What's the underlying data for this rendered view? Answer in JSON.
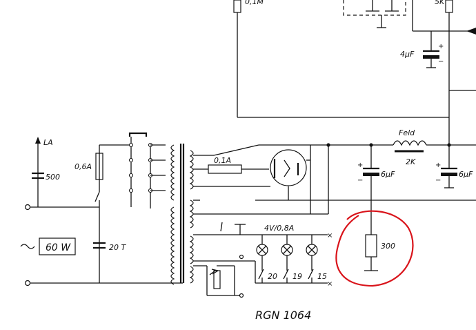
{
  "labels": {
    "r_top_left": "0,1M",
    "r_top_right": "5K",
    "cap_4uf": "4µF",
    "la": "LA",
    "cap_500": "500",
    "fuse_06": "0,6A",
    "fuse_01": "0,1A",
    "feld": "Feld",
    "r_2k": "2K",
    "cap_6uf_a": "6µF",
    "cap_6uf_b": "6µF",
    "lamp_rating": "4V/0,8A",
    "power": "60 W",
    "cap_20t": "20 T",
    "resistor_300": "300",
    "lamp_20": "20",
    "lamp_19": "19",
    "lamp_15": "15",
    "model": "RGN 1064",
    "plus": "+",
    "minus": "−"
  },
  "colors": {
    "ink": "#111111",
    "highlight": "#d9141b"
  }
}
